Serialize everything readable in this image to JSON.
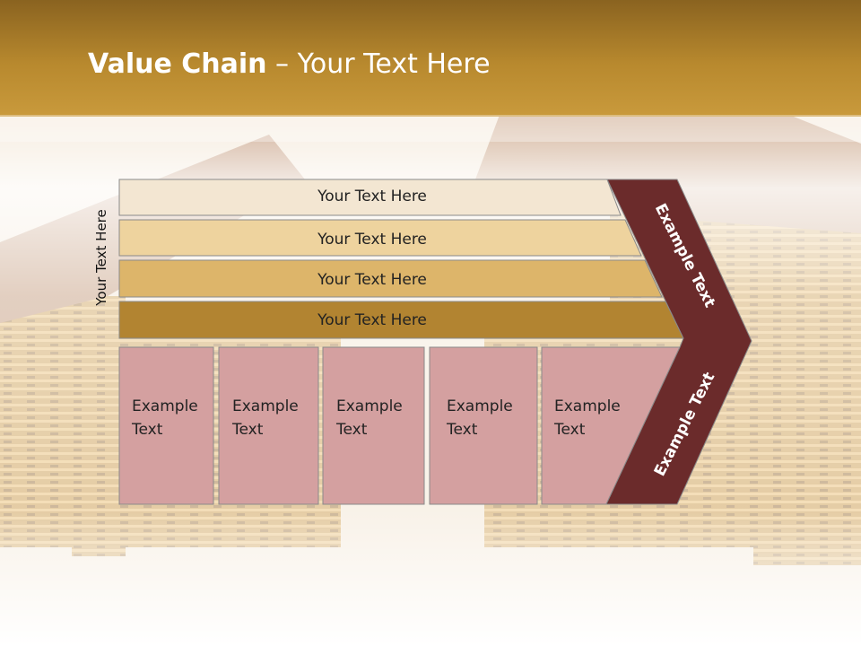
{
  "slide": {
    "title_bold": "Value Chain",
    "title_rest": " – Your Text Here",
    "side_label": "Your Text Here"
  },
  "bands": [
    {
      "label": "Your Text Here",
      "color": "#f3e6d2"
    },
    {
      "label": "Your Text Here",
      "color": "#eed39e"
    },
    {
      "label": "Your Text Here",
      "color": "#ddb56a"
    },
    {
      "label": "Your Text Here",
      "color": "#b28431"
    }
  ],
  "cells": [
    {
      "line1": "Example",
      "line2": "Text"
    },
    {
      "line1": "Example",
      "line2": "Text"
    },
    {
      "line1": "Example",
      "line2": "Text"
    },
    {
      "line1": "Example",
      "line2": "Text"
    },
    {
      "line1": "Example",
      "line2": "Text"
    }
  ],
  "arrow": {
    "top_label": "Example Text",
    "bottom_label": "Example Text",
    "color": "#6b2b2b"
  },
  "colors": {
    "header_band": "#b8892e",
    "cell_fill": "#d4a0a0",
    "coin": "#c8902f"
  }
}
